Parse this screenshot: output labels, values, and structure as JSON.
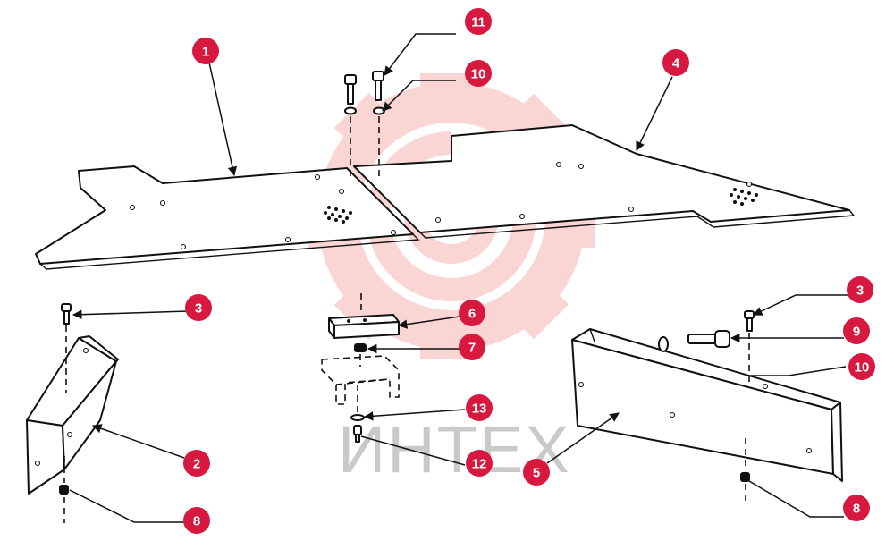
{
  "watermark": {
    "text": "ИНТЕХ",
    "color": "#e8473f"
  },
  "callout_color": "#d7193f",
  "callouts": [
    {
      "label": "1"
    },
    {
      "label": "11"
    },
    {
      "label": "10"
    },
    {
      "label": "4"
    },
    {
      "label": "3"
    },
    {
      "label": "6"
    },
    {
      "label": "7"
    },
    {
      "label": "2"
    },
    {
      "label": "13"
    },
    {
      "label": "12"
    },
    {
      "label": "8"
    },
    {
      "label": "5"
    },
    {
      "label": "3"
    },
    {
      "label": "9"
    },
    {
      "label": "10"
    },
    {
      "label": "8"
    }
  ]
}
